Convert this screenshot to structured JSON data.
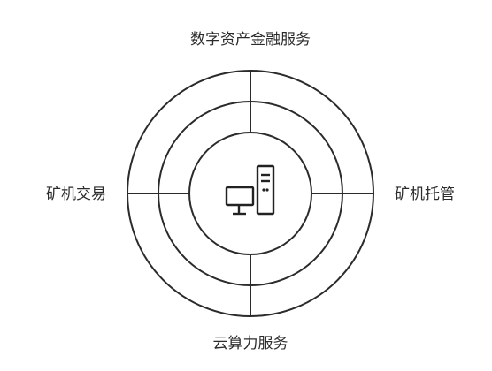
{
  "diagram": {
    "labels": {
      "top": "数字资产金融服务",
      "left": "矿机交易",
      "right": "矿机托管",
      "bottom": "云算力服务"
    },
    "center_icon": "computer-server-icon",
    "colors": {
      "line": "#2b2b2b",
      "text": "#2b2b2b",
      "background": "#ffffff"
    }
  }
}
